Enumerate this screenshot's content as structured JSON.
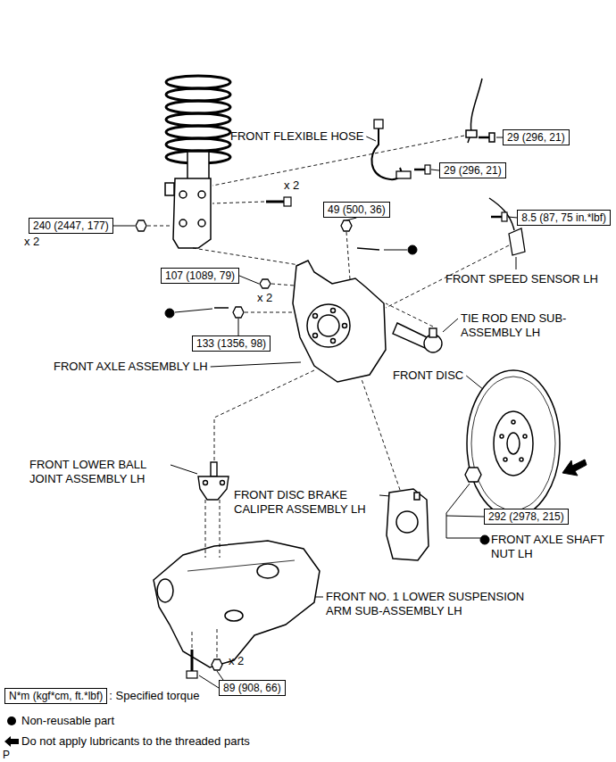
{
  "diagram": {
    "nodes": [
      {
        "text": [
          "29 (296, 21)"
        ]
      },
      {
        "text": [
          "29 (296, 21)"
        ]
      },
      {
        "text": [
          "240 (2447, 177)"
        ]
      },
      {
        "text": [
          "49 (500, 36)"
        ]
      },
      {
        "text": [
          "8.5 (87, 75 in.*lbf)"
        ]
      },
      {
        "text": [
          "107 (1089, 79)"
        ]
      },
      {
        "text": [
          "133 (1356, 98)"
        ]
      },
      {
        "text": [
          "292 (2978, 215)"
        ]
      },
      {
        "text": [
          "89 (908, 66)"
        ]
      },
      {
        "text": [
          "N*m (kgf*cm, ft.*lbf)"
        ]
      }
    ],
    "labels": [
      "FRONT FLEXIBLE HOSE",
      "x 2",
      "x 2",
      "FRONT SPEED SENSOR LH",
      "x 2",
      "TIE ROD END SUB-ASSEMBLY LH",
      "FRONT AXLE ASSEMBLY LH",
      "FRONT DISC",
      "FRONT LOWER BALL JOINT ASSEMBLY LH",
      "FRONT DISC BRAKE CALIPER ASSEMBLY LH",
      "FRONT AXLE SHAFT NUT LH",
      "FRONT NO. 1 LOWER SUSPENSION ARM SUB-ASSEMBLY LH",
      "x 2",
      "P"
    ],
    "legend": [
      {
        "text": ": Specified torque"
      },
      {
        "text": "Non-reusable part"
      },
      {
        "text": "Do not apply lubricants to the threaded parts"
      }
    ]
  }
}
